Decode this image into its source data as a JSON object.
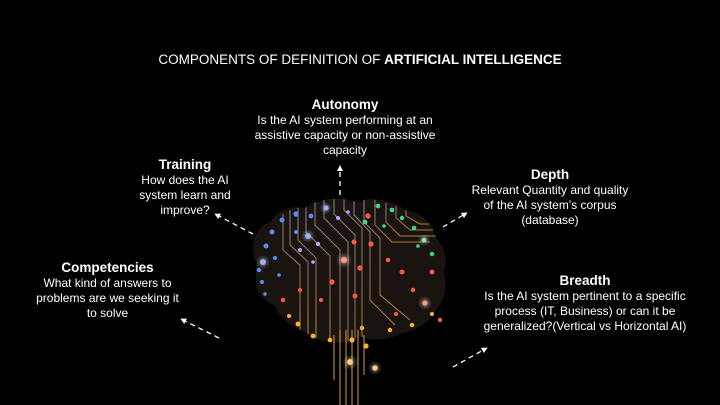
{
  "title": {
    "prefix": "COMPONENTS OF DEFINITION OF ",
    "emphasis": "ARTIFICIAL INTELLIGENCE"
  },
  "components": {
    "autonomy": {
      "heading": "Autonomy",
      "description": "Is the AI system performing at an\nassistive capacity or non-assistive\ncapacity"
    },
    "training": {
      "heading": "Training",
      "description": "How does the AI\nsystem learn and\nimprove?"
    },
    "depth": {
      "heading": "Depth",
      "description": "Relevant Quantity and quality\nof the AI system's corpus\n(database)"
    },
    "competencies": {
      "heading": "Competencies",
      "description": "What kind of answers to\nproblems are we seeking it\nto solve"
    },
    "breadth": {
      "heading": "Breadth",
      "description": "Is the AI system pertinent to a specific\nprocess (IT, Business) or can it be\ngeneralized?(Vertical vs Horizontal AI)"
    }
  },
  "illustration": {
    "name": "circuit-brain",
    "colors": {
      "background": "#000000",
      "front": "#3a6bff",
      "purple": "#b060ff",
      "middle": "#ff4a3a",
      "top_back": "#3ddc84",
      "bottom": "#ffb030",
      "traces": "#8a7a6a"
    }
  }
}
